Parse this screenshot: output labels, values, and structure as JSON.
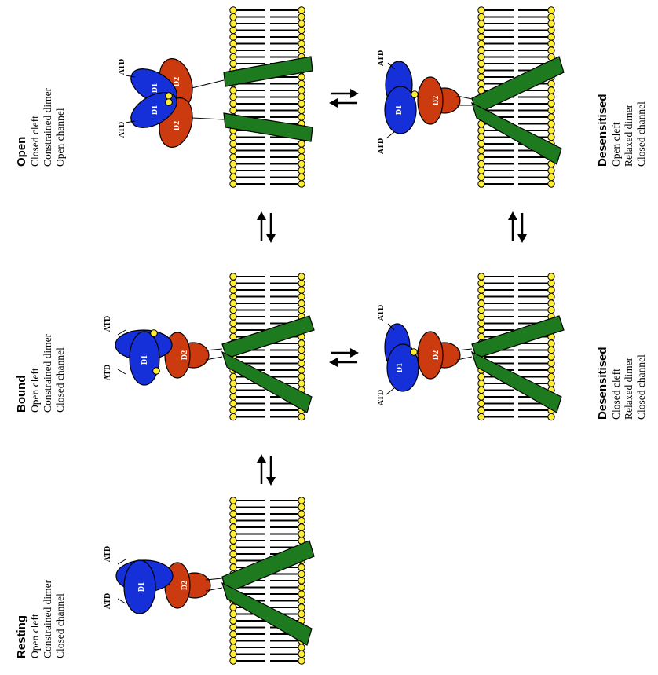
{
  "states": [
    {
      "id": "resting",
      "title": "Resting",
      "lines": [
        "Open cleft",
        "Constrained dimer",
        "Closed channel"
      ]
    },
    {
      "id": "bound",
      "title": "Bound",
      "lines": [
        "Open cleft",
        "Constrained dimer",
        "Closed channel"
      ]
    },
    {
      "id": "open",
      "title": "Open",
      "lines": [
        "Closed cleft",
        "Constrained dimer",
        "Open channel"
      ]
    },
    {
      "id": "desens1",
      "title": "Desensitised",
      "lines": [
        "Closed cleft",
        "Relaxed dimer",
        "Closed channel"
      ]
    },
    {
      "id": "desens2",
      "title": "Desensitised",
      "lines": [
        "Open cleft",
        "Relaxed dimer",
        "Closed channel"
      ]
    }
  ],
  "labels": {
    "atd": "ATD",
    "d1": "D1",
    "d2": "D2"
  },
  "colors": {
    "d1": "#1530d8",
    "d2": "#cc3a10",
    "helix": "#1e7a1e",
    "lipid_head": "#ffee33",
    "ligand": "#ffee33",
    "outline": "#000000"
  }
}
